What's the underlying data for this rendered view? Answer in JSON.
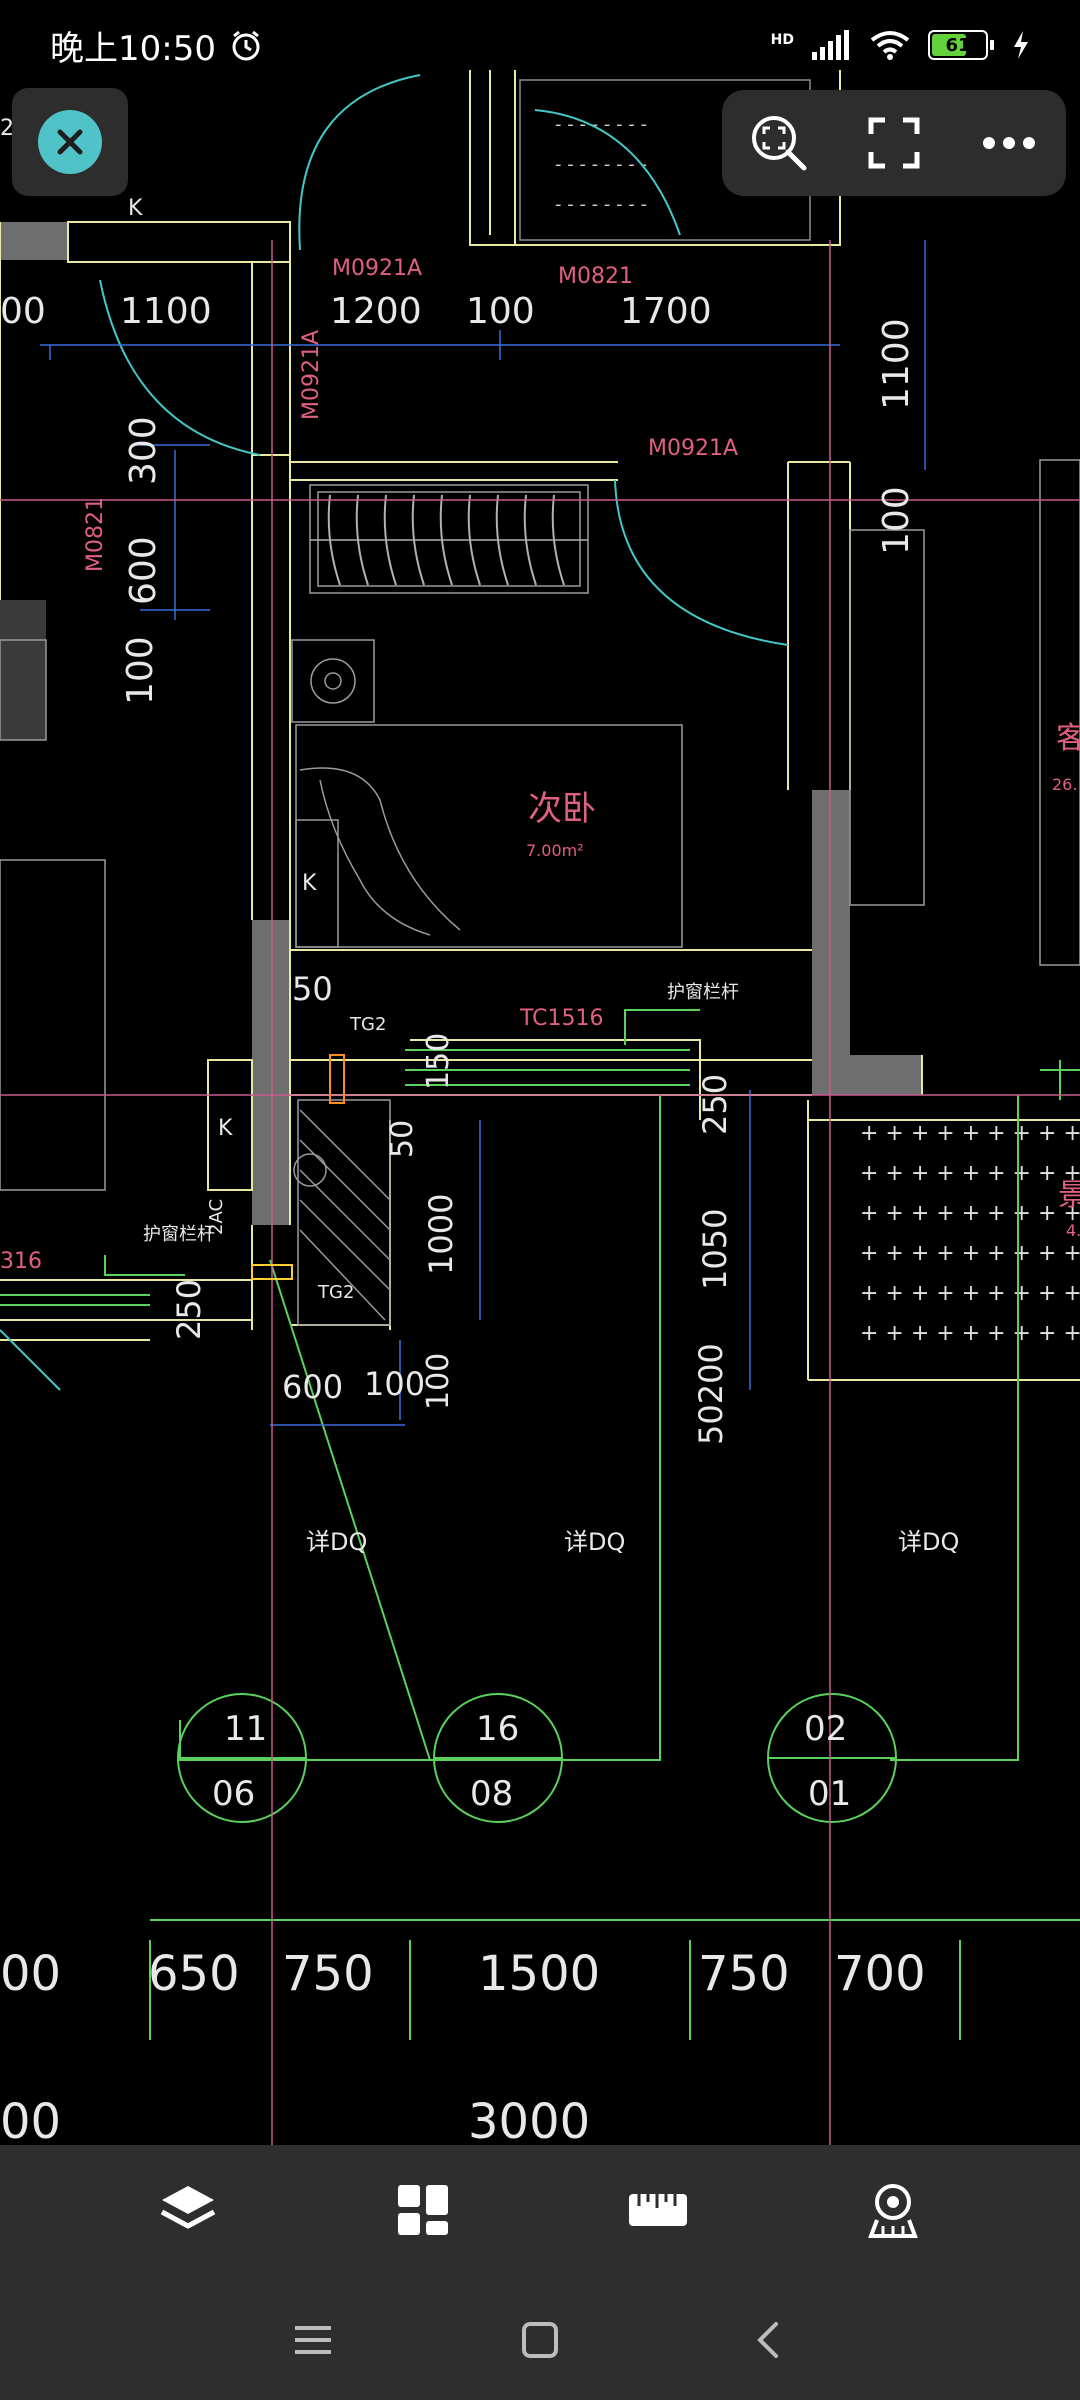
{
  "status": {
    "time": "晚上10:50",
    "battery": "61",
    "network": "HD"
  },
  "toolbar": {
    "zoom_icon": "zoom-fit-icon",
    "fullscreen_icon": "fullscreen-icon",
    "more_icon": "more-icon"
  },
  "drawing": {
    "door_labels": [
      "M0921A",
      "M0821",
      "M0921A",
      "M0821",
      "M0921A"
    ],
    "room_name": "次卧",
    "room_area": "7.00m²",
    "window_label": "TC1516",
    "window_label_left": "316",
    "railing_label": "护窗栏杆",
    "railing_label_left": "护窗栏杆",
    "tg_labels": [
      "TG2",
      "TG2"
    ],
    "k_labels": [
      "K",
      "K",
      "K"
    ],
    "ac_label": "2AC",
    "detail_labels": [
      "详DQ",
      "详DQ",
      "详DQ"
    ],
    "right_room_partial": [
      "客",
      "26.",
      "景",
      "4."
    ],
    "top_dims": [
      "1100",
      "1200",
      "100",
      "1700"
    ],
    "left_dims": [
      "300",
      "600",
      "100",
      "00"
    ],
    "right_dims": [
      "1100",
      "100"
    ],
    "mid_dims": [
      "50",
      "150",
      "50",
      "250",
      "1000",
      "1050",
      "50200",
      "250",
      "600",
      "100",
      "100"
    ],
    "axis_circles": [
      {
        "top": "11",
        "bottom": "06"
      },
      {
        "top": "16",
        "bottom": "08"
      },
      {
        "top": "02",
        "bottom": "01"
      }
    ],
    "bottom_dims": [
      "00",
      "650",
      "750",
      "1500",
      "750",
      "700"
    ],
    "total_dim": "3000",
    "total_dim_left": "00",
    "left_small": "2"
  },
  "bottom_tools": [
    "layers-icon",
    "layout-icon",
    "ruler-icon",
    "viewer-icon"
  ],
  "nav": [
    "menu-icon",
    "home-icon",
    "back-icon"
  ]
}
